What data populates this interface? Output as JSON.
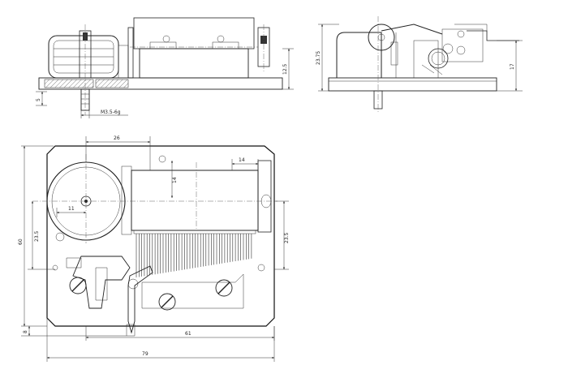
{
  "colors": {
    "line": "#222222",
    "background": "#ffffff"
  },
  "dimensions": {
    "front_5": "5",
    "front_12_5": "12.5",
    "thread": "M3.5-6g",
    "side_23_75": "23.75",
    "side_17": "17",
    "top_26": "26",
    "top_14a": "14",
    "top_14b": "14",
    "top_11": "11",
    "top_23_5_left": "23.5",
    "top_60": "60",
    "top_23_5_right": "23.5",
    "top_8": "8",
    "top_61": "61",
    "top_79": "79"
  }
}
